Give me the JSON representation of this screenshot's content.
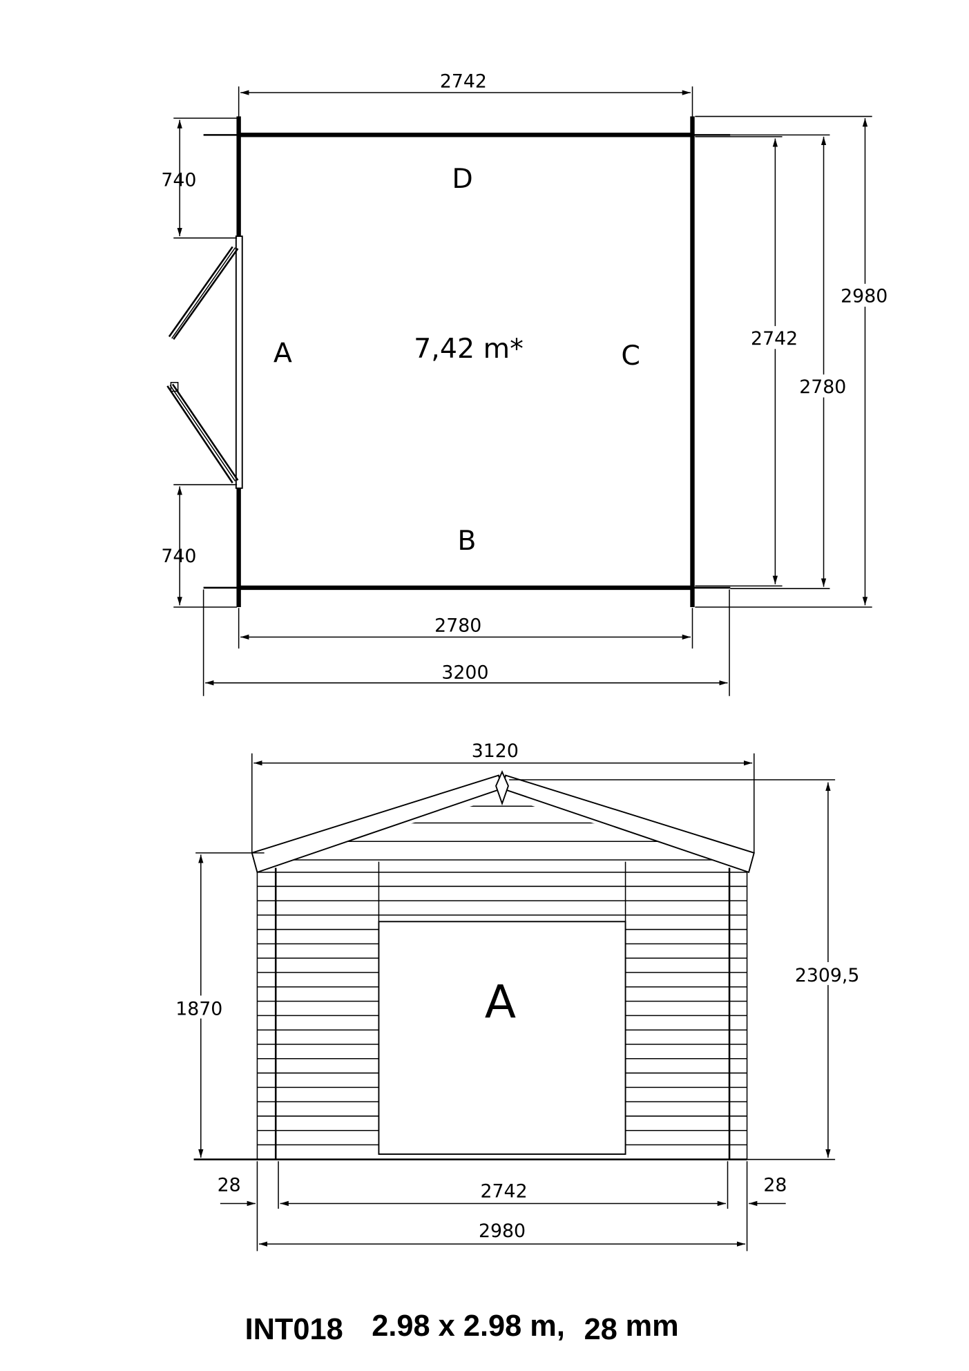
{
  "plan": {
    "top_width": "2742",
    "left_top": "740",
    "left_bottom": "740",
    "right_inner": "2742",
    "right_mid": "2780",
    "right_outer": "2980",
    "bottom_inner": "2780",
    "bottom_outer": "3200",
    "wall_d": "D",
    "wall_a": "A",
    "wall_b": "B",
    "wall_c": "C",
    "area": "7,42 m*"
  },
  "elevation": {
    "roof_width": "3120",
    "total_height": "2309,5",
    "wall_height": "1870",
    "left_thickness": "28",
    "right_thickness": "28",
    "inner_width": "2742",
    "outer_width": "2980",
    "wall_label": "A"
  },
  "title": {
    "code": "INT018",
    "size": "2.98 x 2.98 m,",
    "thickness": "28",
    "unit": "mm"
  }
}
